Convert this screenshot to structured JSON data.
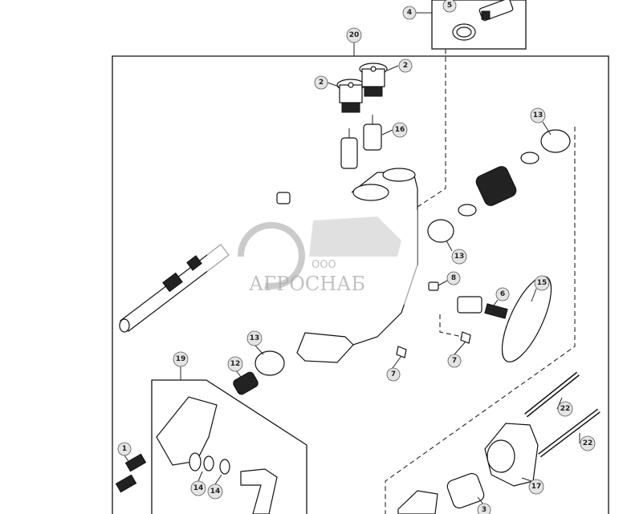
{
  "watermark": {
    "brand": "АГРОСНАБ",
    "prefix": "ООО"
  },
  "callouts": {
    "c4": "4",
    "c5": "5",
    "c20": "20",
    "c2a": "2",
    "c2b": "2",
    "c16": "16",
    "c13a": "13",
    "c13b": "13",
    "c13c": "13",
    "c8": "8",
    "c6": "6",
    "c15": "15",
    "c7a": "7",
    "c7b": "7",
    "c12": "12",
    "c19": "19",
    "c1": "1",
    "c14a": "14",
    "c14b": "14",
    "c22a": "22",
    "c22b": "22",
    "c17": "17",
    "c3": "3"
  }
}
